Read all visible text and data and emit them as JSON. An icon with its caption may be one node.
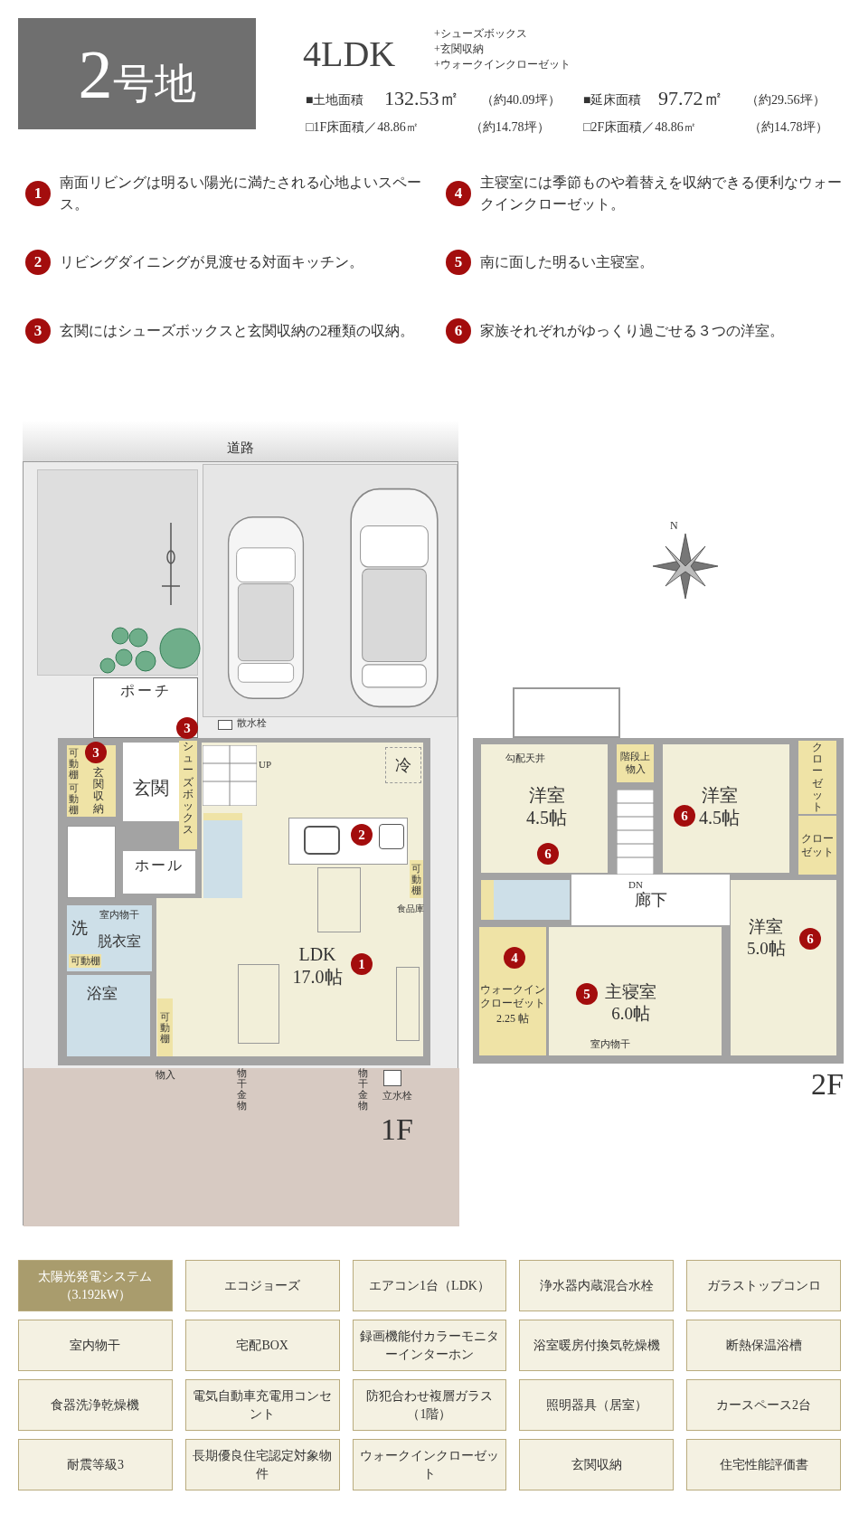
{
  "diagram": {
    "title": "2号地",
    "nodes": [
      {
        "text": [
          "1F"
        ]
      },
      {
        "text": [
          "ポーチ"
        ],
        "in": 0
      },
      {
        "text": [
          "可動棚",
          "可動棚",
          "玄関収納"
        ],
        "in": 0
      },
      {
        "text": [
          "玄関"
        ],
        "in": 0
      },
      {
        "text": [
          "シューズボックス"
        ],
        "in": 0
      },
      {
        "text": [
          "ホール"
        ],
        "in": 0
      },
      {
        "text": [
          "洗",
          "室内物干",
          "脱衣室"
        ],
        "in": 0
      },
      {
        "text": [
          "可動棚"
        ],
        "in": 6
      },
      {
        "text": [
          "浴室"
        ],
        "in": 0
      },
      {
        "text": [
          "可動棚"
        ],
        "in": 0
      },
      {
        "text": [
          "LDK",
          "17.0帖"
        ],
        "in": 0
      },
      {
        "text": [
          "冷"
        ],
        "in": 10
      },
      {
        "text": [
          "可動棚"
        ],
        "in": 10,
        "beside": [
          "食品庫"
        ]
      },
      {
        "text": [
          "2F"
        ]
      },
      {
        "text": [
          "洋室",
          "4.5帖"
        ],
        "in": 13
      },
      {
        "text": [
          "階段上物入"
        ],
        "in": 13
      },
      {
        "text": [
          "洋室",
          "4.5帖"
        ],
        "in": 13
      },
      {
        "text": [
          "クローゼット"
        ],
        "in": 13
      },
      {
        "text": [
          "クローゼット"
        ],
        "in": 13
      },
      {
        "text": [
          "廊下"
        ],
        "in": 13
      },
      {
        "text": [
          "ウォークインクローゼット",
          "2.25 帖"
        ],
        "in": 13
      },
      {
        "text": [
          "主寝室",
          "6.0帖"
        ],
        "in": 13
      },
      {
        "text": [
          "洋室",
          "5.0帖"
        ],
        "in": 13
      },
      {
        "text": [],
        "shape": "box",
        "in": 0
      },
      {
        "text": [
          "道路"
        ]
      }
    ],
    "labels": [
      "4LDK",
      "+シューズボックス",
      "+玄関収納",
      "+ウォークインクローゼット",
      "■土地面積",
      "132.53㎡",
      "（約40.09坪）",
      "■延床面積",
      "97.72㎡",
      "（約29.56坪）",
      "□1F床面積／48.86㎡",
      "（約14.78坪）",
      "□2F床面積／48.86㎡",
      "（約14.78坪）",
      "1",
      "南面リビングは明るい陽光に満たされる心地よいスペース。",
      "4",
      "主寝室には季節ものや着替えを収納できる便利なウォークインクローゼット。",
      "2",
      "リビングダイニングが見渡せる対面キッチン。",
      "5",
      "南に面した明るい主寝室。",
      "3",
      "玄関にはシューズボックスと玄関収納の2種類の収納。",
      "6",
      "家族それぞれがゆっくり過ごせる３つの洋室。",
      "散水栓",
      "3",
      "3",
      "UP",
      "2",
      "1",
      "物入",
      "物干金物",
      "物干金物",
      "立水栓",
      "N",
      "勾配天井",
      "6",
      "6",
      "DN",
      "4",
      "6",
      "5",
      "室内物干",
      "太陽光発電システム（3.192kW）",
      "エコジョーズ",
      "エアコン1台（LDK）",
      "浄水器内蔵混合水栓",
      "ガラストップコンロ",
      "室内物干",
      "宅配BOX",
      "録画機能付カラーモニターインターホン",
      "浴室暖房付換気乾燥機",
      "断熱保温浴槽",
      "食器洗浄乾燥機",
      "電気自動車充電用コンセント",
      "防犯合わせ複層ガラス（1階）",
      "照明器具（居室）",
      "カースペース2台",
      "耐震等級3",
      "長期優良住宅認定対象物件",
      "ウォークインクローゼット",
      "玄関収納",
      "住宅性能評価書"
    ]
  }
}
